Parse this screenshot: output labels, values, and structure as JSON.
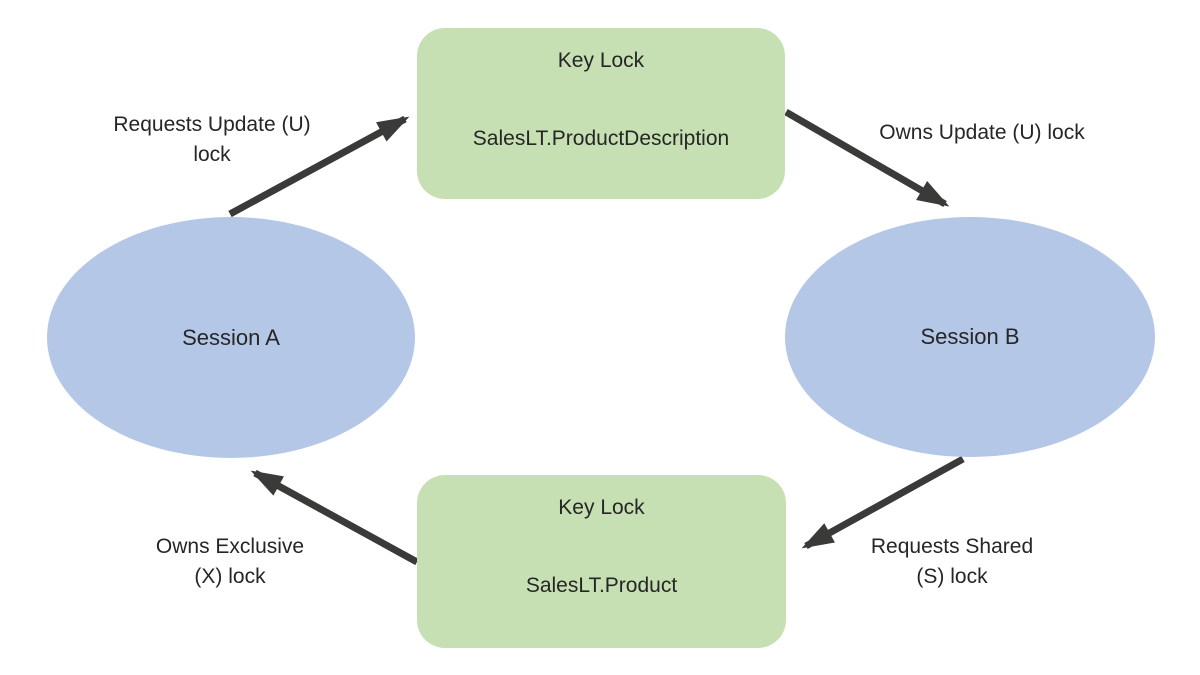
{
  "diagram_type": "deadlock-cycle",
  "nodes": {
    "session_a": {
      "label": "Session A",
      "shape": "ellipse"
    },
    "session_b": {
      "label": "Session B",
      "shape": "ellipse"
    },
    "lock_top": {
      "title": "Key Lock",
      "resource": "SalesLT.ProductDescription",
      "shape": "rounded-rect"
    },
    "lock_bottom": {
      "title": "Key Lock",
      "resource": "SalesLT.Product",
      "shape": "rounded-rect"
    }
  },
  "edges": [
    {
      "from": "session_a",
      "to": "lock_top",
      "lines": [
        "Requests Update (U)",
        "lock"
      ]
    },
    {
      "from": "lock_top",
      "to": "session_b",
      "lines": [
        "Owns Update (U) lock"
      ]
    },
    {
      "from": "session_b",
      "to": "lock_bottom",
      "lines": [
        "Requests Shared",
        "(S) lock"
      ]
    },
    {
      "from": "lock_bottom",
      "to": "session_a",
      "lines": [
        "Owns Exclusive",
        "(X) lock"
      ]
    }
  ],
  "colors": {
    "background": "#ffffff",
    "session_fill": "#b4c7e7",
    "lock_fill": "#c6e0b4",
    "arrow": "#3a3a38",
    "text": "#262626"
  }
}
